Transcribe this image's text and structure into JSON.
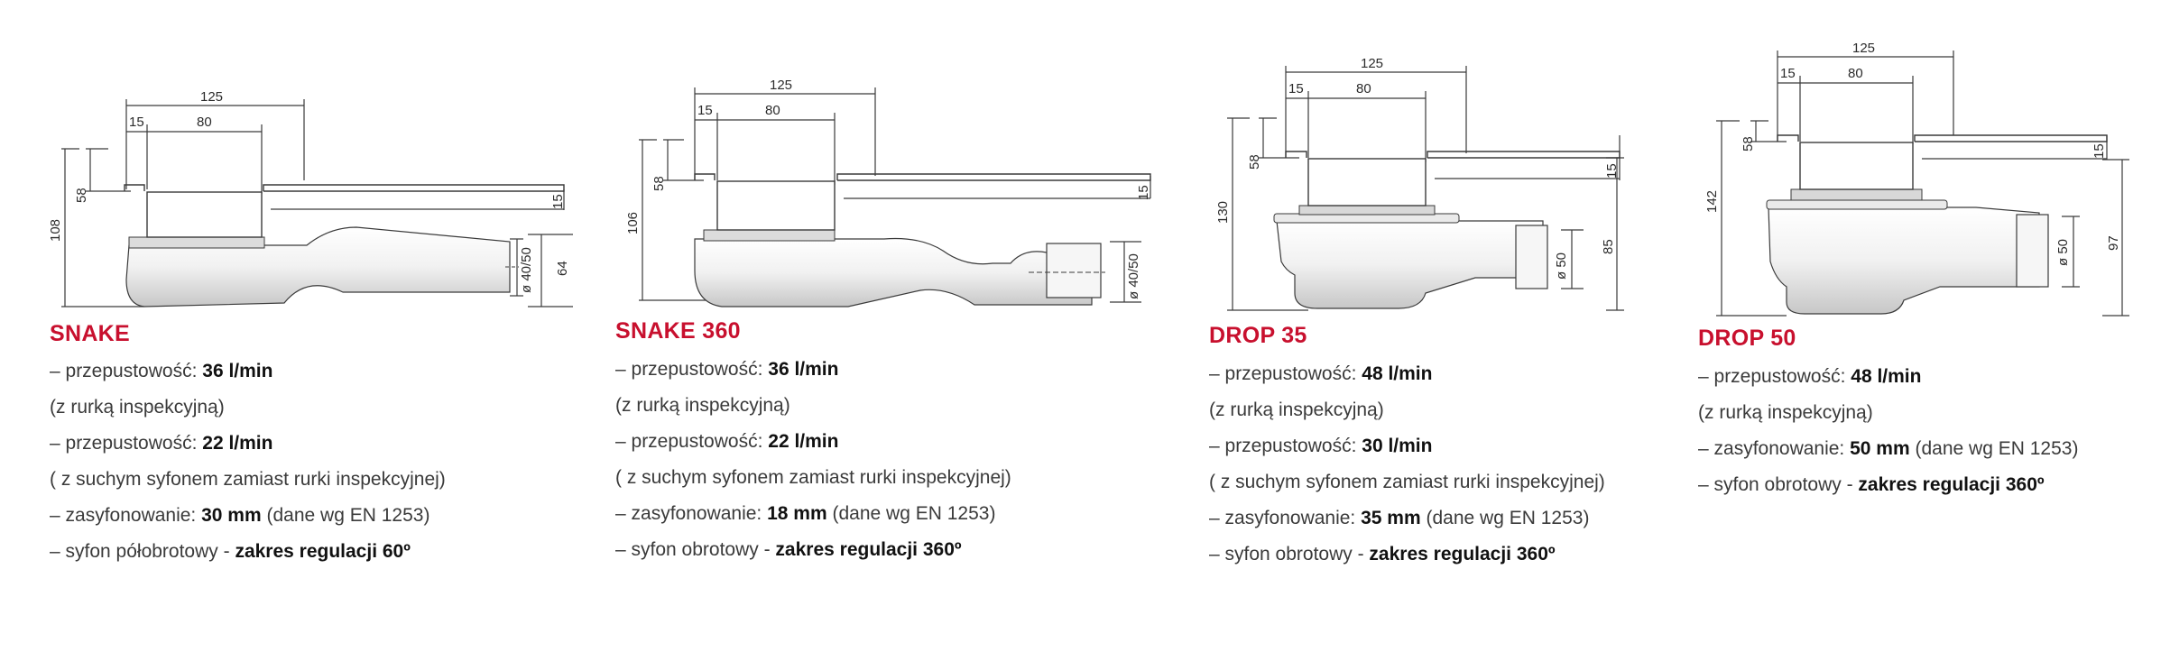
{
  "products": [
    {
      "id": "snake",
      "title": "SNAKE",
      "dims": {
        "w125": "125",
        "d15": "15",
        "w80": "80",
        "h58": "58",
        "h108": "108",
        "h15": "15",
        "pipe": "ø 40/50",
        "h64": "64"
      },
      "specs": [
        {
          "pre": "– przepustowość: ",
          "bold": "36 l/min",
          "post": ""
        },
        {
          "pre": "(z rurką inspekcyjną)",
          "bold": "",
          "post": ""
        },
        {
          "pre": "– przepustowość: ",
          "bold": "22 l/min",
          "post": ""
        },
        {
          "pre": "( z suchym syfonem zamiast rurki inspekcyjnej)",
          "bold": "",
          "post": ""
        },
        {
          "pre": "– zasyfonowanie: ",
          "bold": "30 mm",
          "post": " (dane wg EN 1253)"
        },
        {
          "pre": "– syfon półobrotowy - ",
          "bold": "zakres regulacji 60º",
          "post": ""
        }
      ]
    },
    {
      "id": "snake360",
      "title": "SNAKE 360",
      "dims": {
        "w125": "125",
        "d15": "15",
        "w80": "80",
        "h58": "58",
        "h106": "106",
        "h15": "15",
        "pipe": "ø 40/50"
      },
      "specs": [
        {
          "pre": "– przepustowość: ",
          "bold": "36 l/min",
          "post": ""
        },
        {
          "pre": "(z rurką inspekcyjną)",
          "bold": "",
          "post": ""
        },
        {
          "pre": "– przepustowość: ",
          "bold": "22 l/min",
          "post": ""
        },
        {
          "pre": "( z suchym syfonem zamiast rurki inspekcyjnej)",
          "bold": "",
          "post": ""
        },
        {
          "pre": "– zasyfonowanie: ",
          "bold": "18 mm",
          "post": " (dane wg EN 1253)"
        },
        {
          "pre": "– syfon obrotowy - ",
          "bold": "zakres regulacji 360º",
          "post": ""
        }
      ]
    },
    {
      "id": "drop35",
      "title": "DROP 35",
      "dims": {
        "w125": "125",
        "d15": "15",
        "w80": "80",
        "h58": "58",
        "h130": "130",
        "h15": "15",
        "pipe": "ø 50",
        "h85": "85"
      },
      "specs": [
        {
          "pre": "– przepustowość: ",
          "bold": "48 l/min",
          "post": ""
        },
        {
          "pre": "(z rurką inspekcyjną)",
          "bold": "",
          "post": ""
        },
        {
          "pre": "– przepustowość: ",
          "bold": "30 l/min",
          "post": ""
        },
        {
          "pre": "( z suchym syfonem zamiast rurki inspekcyjnej)",
          "bold": "",
          "post": ""
        },
        {
          "pre": "– zasyfonowanie: ",
          "bold": "35 mm",
          "post": " (dane wg EN 1253)"
        },
        {
          "pre": "– syfon obrotowy - ",
          "bold": "zakres regulacji 360º",
          "post": ""
        }
      ]
    },
    {
      "id": "drop50",
      "title": "DROP 50",
      "dims": {
        "w125": "125",
        "d15": "15",
        "w80": "80",
        "h58": "58",
        "h142": "142",
        "h15": "15",
        "pipe": "ø 50",
        "h97": "97"
      },
      "specs": [
        {
          "pre": "– przepustowość: ",
          "bold": "48 l/min",
          "post": ""
        },
        {
          "pre": "(z rurką inspekcyjną)",
          "bold": "",
          "post": ""
        },
        {
          "pre": "– zasyfonowanie: ",
          "bold": "50 mm",
          "post": " (dane wg EN 1253)"
        },
        {
          "pre": "– syfon obrotowy - ",
          "bold": "zakres regulacji 360º",
          "post": ""
        }
      ]
    }
  ],
  "colors": {
    "title": "#c8102e",
    "line": "#3a3a3a",
    "body_fill": "#f3f3f3",
    "shadow": "#c9c9c9"
  }
}
